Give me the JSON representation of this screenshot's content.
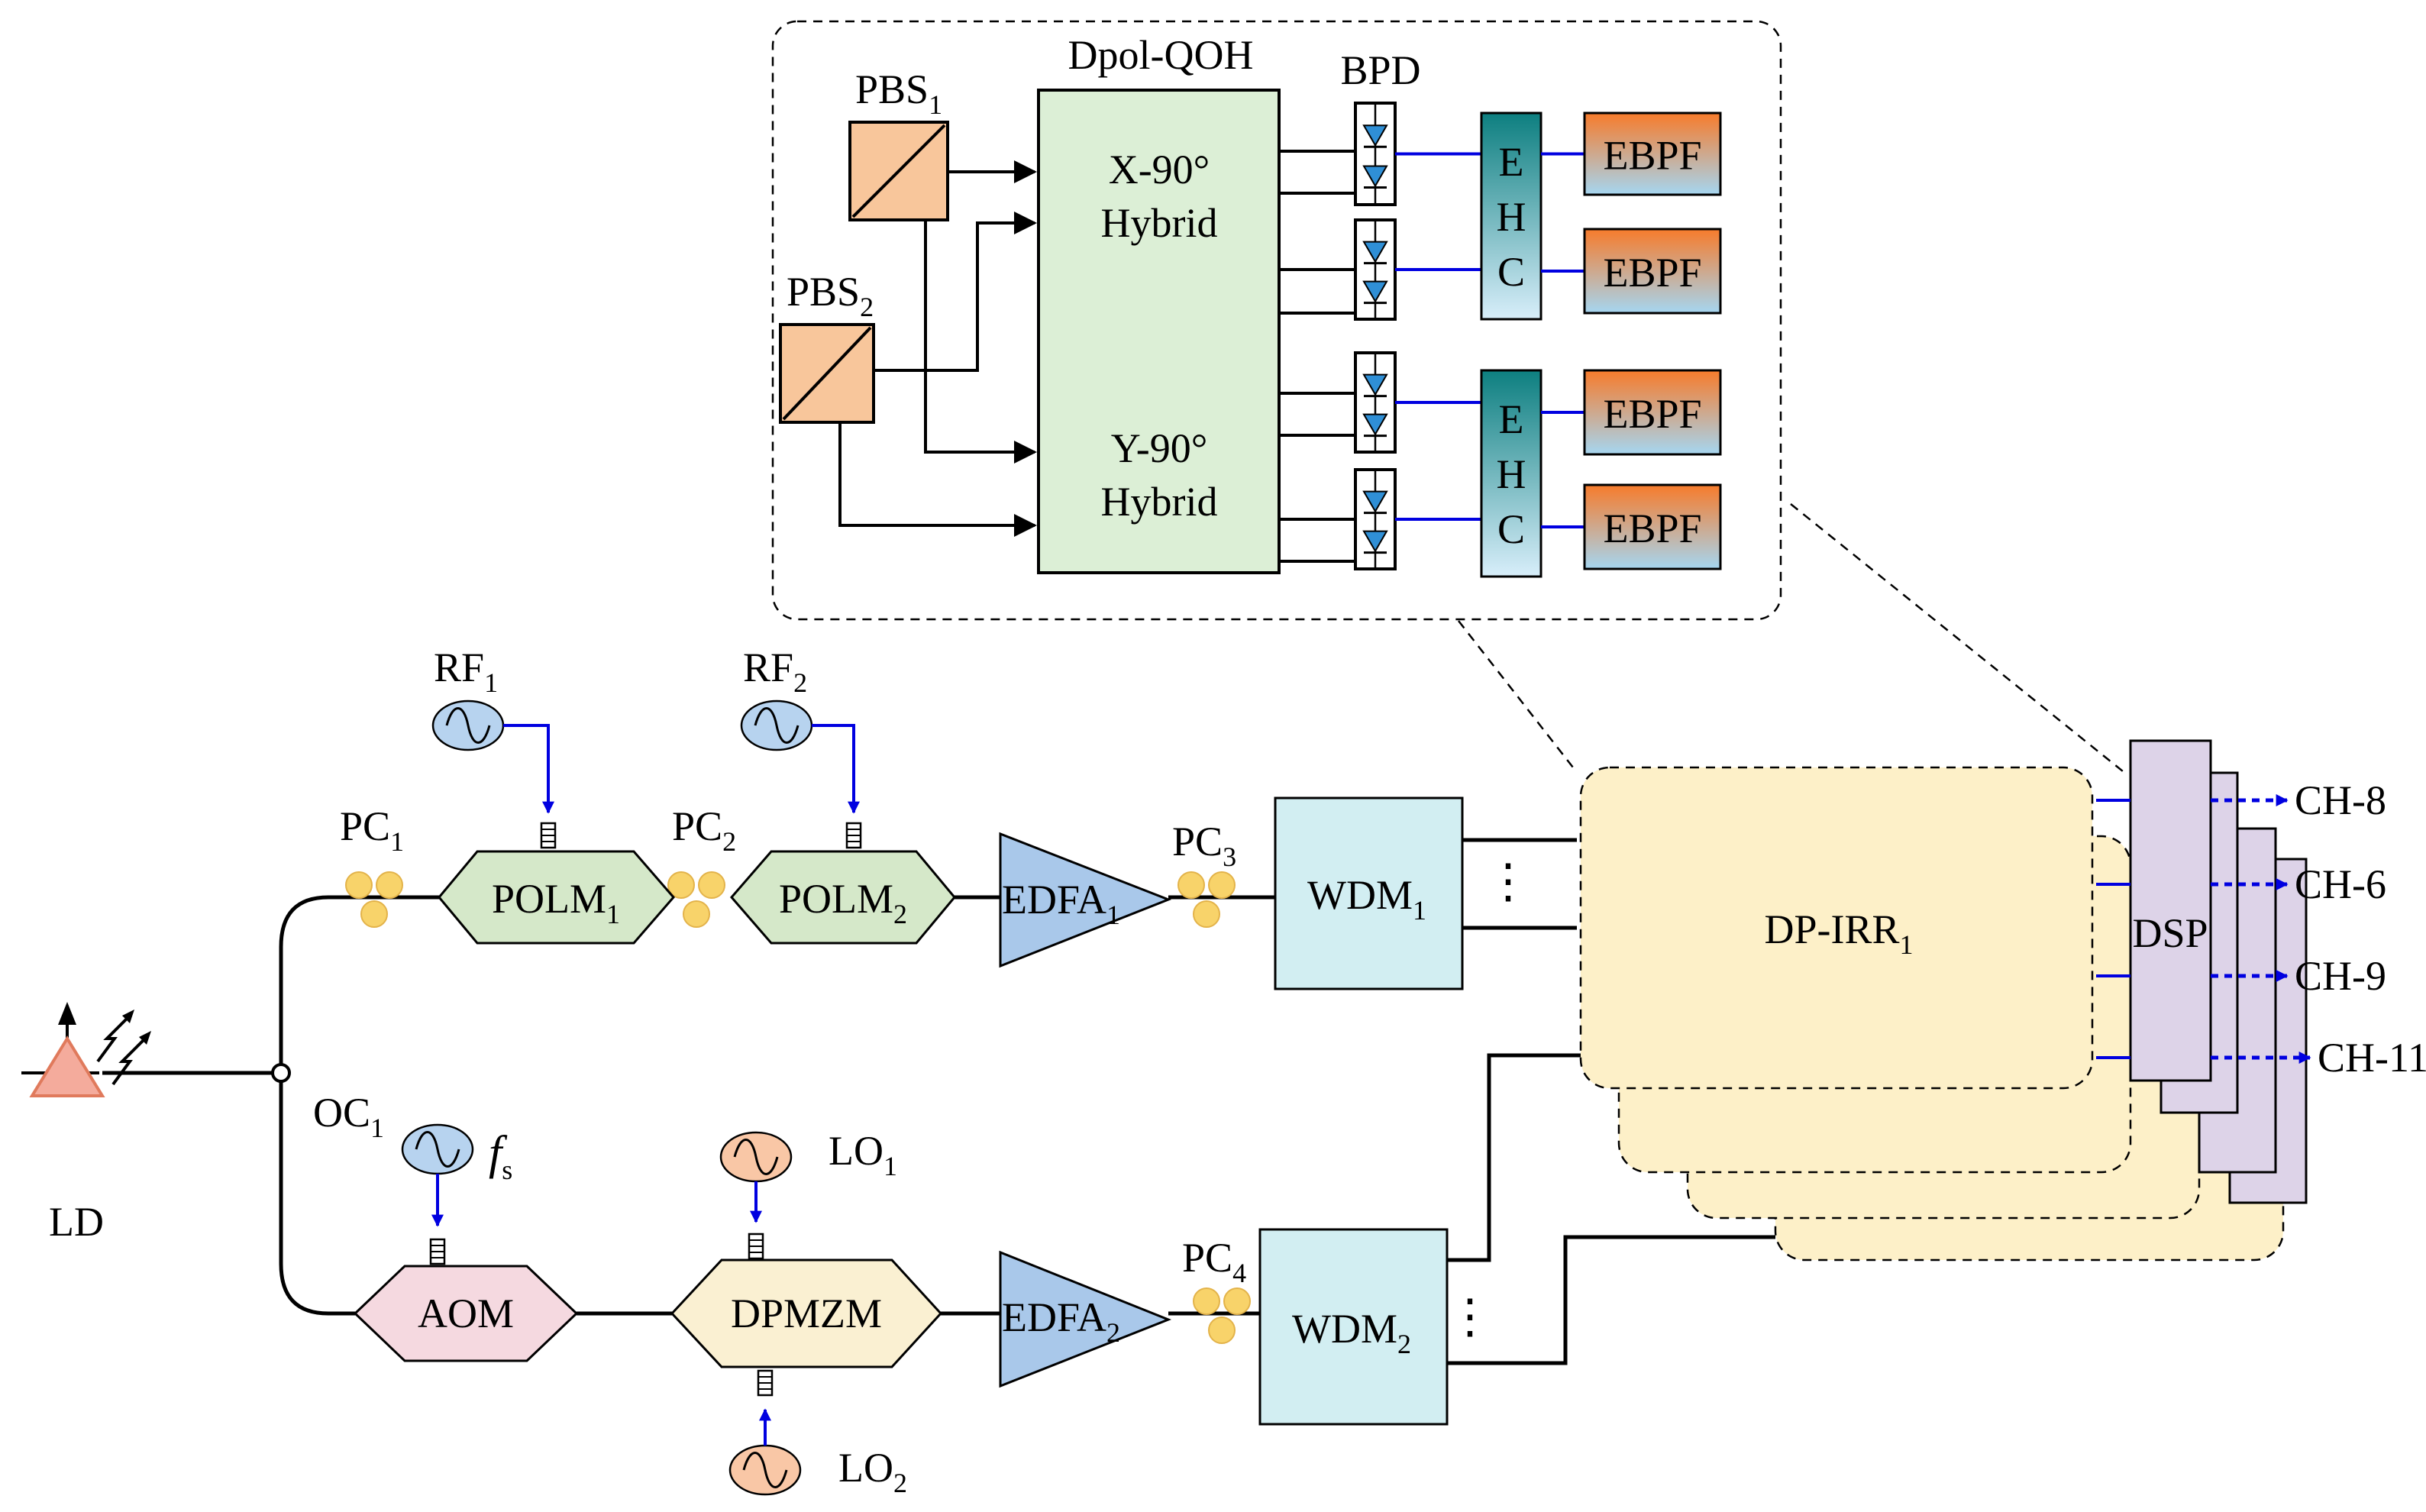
{
  "colors": {
    "polm_fill": "#d5e8c9",
    "aom_fill": "#f5d9e0",
    "dpmzm_fill": "#faf0d2",
    "edfa_fill": "#a9c8ea",
    "wdm_fill": "#d2eef2",
    "dpirr_fill": "#fdf0c8",
    "dsp_fill": "#ddd3e8",
    "hybrid_fill": "#dcefd6",
    "pbs_fill": "#f8c69b",
    "pc_fill": "#f8d36a",
    "ehc_top": "#0d7f80",
    "ehc_bottom": "#d8eefa",
    "ebpf_top": "#f77b2b",
    "ebpf_bottom": "#a5d6f1",
    "rf_source_fill": "#b7d3ef",
    "lo_source_fill": "#f9c7a6",
    "ld_fill": "#f4ab9c",
    "rf_wire": "#0000e0"
  },
  "labels": {
    "ld": "LD",
    "oc": {
      "main": "OC",
      "sub": "1"
    },
    "fs": {
      "main": "f",
      "sub": "s"
    },
    "pc1": {
      "main": "PC",
      "sub": "1"
    },
    "pc2": {
      "main": "PC",
      "sub": "2"
    },
    "pc3": {
      "main": "PC",
      "sub": "3"
    },
    "pc4": {
      "main": "PC",
      "sub": "4"
    },
    "rf1": {
      "main": "RF",
      "sub": "1"
    },
    "rf2": {
      "main": "RF",
      "sub": "2"
    },
    "lo1": {
      "main": "LO",
      "sub": "1"
    },
    "lo2": {
      "main": "LO",
      "sub": "2"
    },
    "polm1": {
      "main": "POLM",
      "sub": "1"
    },
    "polm2": {
      "main": "POLM",
      "sub": "2"
    },
    "edfa1": {
      "main": "EDFA",
      "sub": "1"
    },
    "edfa2": {
      "main": "EDFA",
      "sub": "2"
    },
    "wdm1": {
      "main": "WDM",
      "sub": "1"
    },
    "wdm2": {
      "main": "WDM",
      "sub": "2"
    },
    "aom": "AOM",
    "dpmzm": "DPMZM",
    "dpirr": {
      "main": "DP-IRR",
      "sub": "1"
    },
    "dsp": "DSP",
    "ellipsis": "⋮",
    "channels": [
      "CH-8",
      "CH-6",
      "CH-9",
      "CH-11"
    ]
  },
  "inset": {
    "title": "Dpol-QOH",
    "bpd": "BPD",
    "pbs1": {
      "main": "PBS",
      "sub": "1"
    },
    "pbs2": {
      "main": "PBS",
      "sub": "2"
    },
    "x_hybrid": [
      "X-90°",
      "Hybrid"
    ],
    "y_hybrid": [
      "Y-90°",
      "Hybrid"
    ],
    "ehc_letters": [
      "E",
      "H",
      "C"
    ],
    "ebpf": "EBPF"
  }
}
